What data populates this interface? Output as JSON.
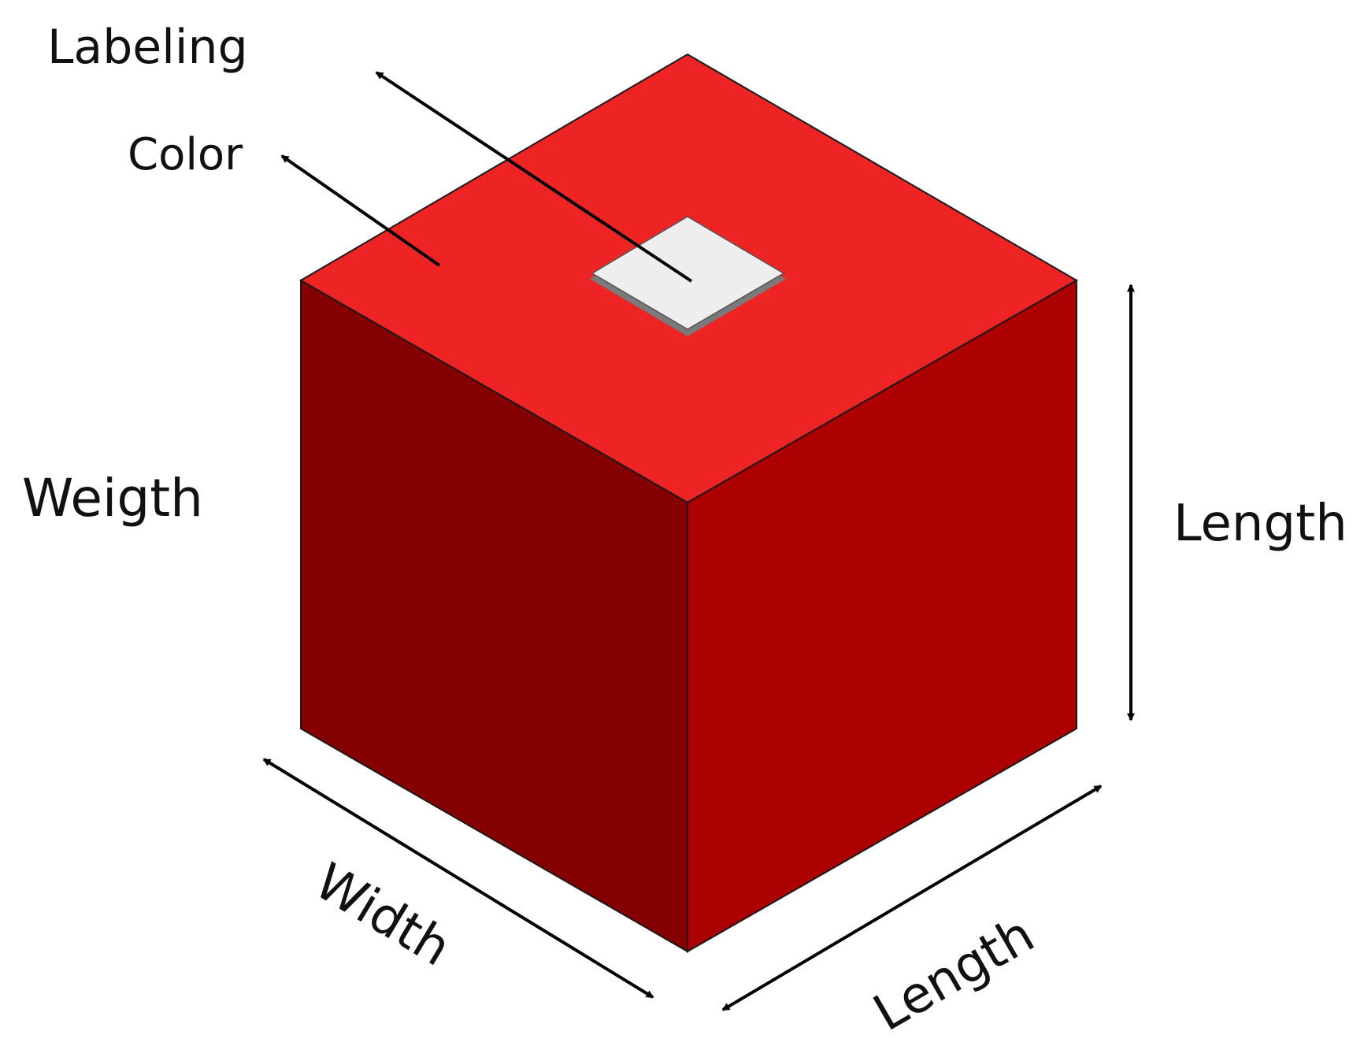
{
  "labels": {
    "labeling": "Labeling",
    "color": "Color",
    "weight": "Weigth",
    "height": "Length",
    "width": "Width",
    "length": "Length"
  },
  "colors": {
    "top_face": "#EE2424",
    "left_face": "#850000",
    "right_face": "#AD0000",
    "label_sticker": "#EEEEEE",
    "label_sticker_shadow": "#7A7A7A",
    "edge": "#1A1A1A",
    "arrow": "#000000",
    "text": "#111111"
  }
}
